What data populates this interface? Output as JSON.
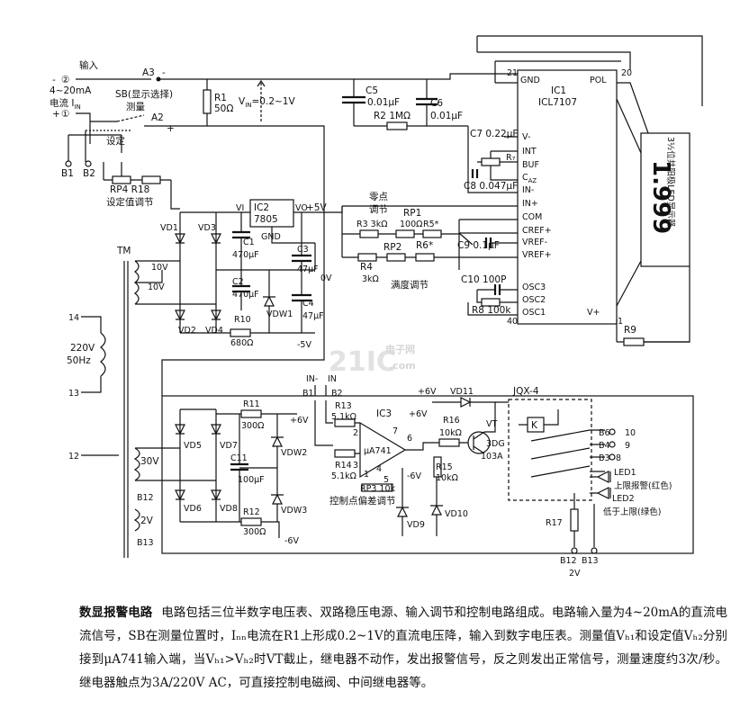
{
  "labels": {
    "input": "输入",
    "input_range": "4~20mA",
    "input_current": "电流 I",
    "input_current_sub": "IN",
    "term_2": "②",
    "term_1": "①",
    "minus": "-",
    "plus": "+",
    "a3": "A3",
    "a2": "A2",
    "sb": "SB(显示选择)",
    "measure": "测量",
    "setpoint": "设定",
    "r1": "R1",
    "r1_val": "50Ω",
    "vin": "V",
    "vin_sub": "IN",
    "vin_val": "=0.2~1V",
    "c5": "C5",
    "c5_val": "0.01μF",
    "c6": "C6",
    "c6_val": "0.01μF",
    "r2": "R2 1MΩ",
    "c7": "C7 0.22μF",
    "c8": "C8 0.047μF",
    "b1": "B1",
    "b2": "B2",
    "rp4_r18": "RP4  R18",
    "set_adj": "设定值调节",
    "ic2": "IC2",
    "ic2_part": "7805",
    "vi": "VI",
    "vo": "VO",
    "plus5v": "+5V",
    "gnd": "GND",
    "vd1": "VD1",
    "vd2": "VD2",
    "vd3": "VD3",
    "vd4": "VD4",
    "c1": "C1",
    "c1_val": "470μF",
    "c2": "C2",
    "c2_val": "470μF",
    "c3": "C3",
    "c3_val": "47μF",
    "c4": "C4",
    "c4_val": "47μF",
    "r10": "R10",
    "r10_val": "680Ω",
    "vdw1": "VDW1",
    "zero_v": "0V",
    "minus5v": "-5V",
    "tm": "TM",
    "ten_v_a": "10V",
    "ten_v_b": "10V",
    "ac_v": "220V",
    "ac_hz": "50Hz",
    "pin14": "14",
    "pin13": "13",
    "pin12": "12",
    "pin10": "10",
    "pin9": "9",
    "pin8": "8",
    "zero_adj_1": "零点",
    "zero_adj_2": "调节",
    "rp1": "RP1",
    "r3": "R3 3kΩ",
    "rp1_val": "100Ω",
    "r5": "R5*",
    "rp2": "RP2",
    "r6": "R6*",
    "r4": "R4",
    "r4_val": "3kΩ",
    "full_adj": "满度调节",
    "c9": "C9 0.1μF",
    "c10": "C10 100P",
    "r8": "R8 100k",
    "ic1": "IC1",
    "ic1_part": "ICL7107",
    "gnd_pin": "GND",
    "pol": "POL",
    "pin21": "21",
    "pin20": "20",
    "pin40": "40",
    "pin1": "1",
    "pin_vminus": "V-",
    "pin_int": "INT",
    "pin_buf": "BUF",
    "pin_caz": "C",
    "pin_caz_sub": "AZ",
    "pin_inm": "IN-",
    "pin_inp": "IN+",
    "pin_com": "COM",
    "pin_crefp": "CREF+",
    "pin_vrefm": "VREF-",
    "pin_vrefp": "VREF+",
    "pin_osc3": "OSC3",
    "pin_osc2": "OSC2",
    "pin_osc1": "OSC1",
    "pin_vplus": "V+",
    "r7": "R₇",
    "display_label": "3½位共阳极LED显示器",
    "display_value": "1.999",
    "r9": "R9",
    "watermark": "21IC",
    "watermark2": "电子网",
    "watermark3": ".com",
    "in_minus": "IN-",
    "in_plus": "IN",
    "b1b": "B1",
    "b2b": "B2",
    "vd5": "VD5",
    "vd6": "VD6",
    "vd7": "VD7",
    "vd8": "VD8",
    "r11": "R11",
    "r11_val": "300Ω",
    "r12": "R12",
    "r12_val": "300Ω",
    "c11": "C11",
    "c11_val": "100μF",
    "vdw2": "VDW2",
    "vdw3": "VDW3",
    "plus6v": "+6V",
    "minus6v": "-6V",
    "thirty_v": "30V",
    "two_v": "2V",
    "b12": "B12",
    "b13": "B13",
    "r13": "R13",
    "r13_val": "5.1kΩ",
    "r14": "R14",
    "r14_val": "5.1kΩ",
    "ic3": "IC3",
    "ua741": "μA741",
    "plus6v_b": "+6V",
    "minus6v_b": "-6V",
    "op_pin2": "2",
    "op_pin3": "3",
    "op_pin4": "4",
    "op_pin6": "6",
    "op_pin7": "7",
    "op_pin1": "1",
    "op_pin5": "5",
    "rp3": "RP3 10k",
    "ctrl_adj": "控制点偏差调节",
    "vd9": "VD9",
    "vd10": "VD10",
    "vd11": "VD11",
    "r16": "R16",
    "r16_val": "10kΩ",
    "r15": "R15",
    "r15_val": "10kΩ",
    "vt": "VT",
    "vt_part": "3DG",
    "vt_part2": "103A",
    "relay": "JQX-4",
    "relay_k": "K",
    "b6": "B6",
    "b4": "B4",
    "b3": "B3",
    "led1": "LED1",
    "led1_desc": "上限报警(红色)",
    "led2": "LED2",
    "led2_desc": "低于上限(绿色)",
    "r17": "R17",
    "b12b": "B12",
    "b13b": "B13",
    "two_v_b": "2V",
    "plus6v_c": "+6V"
  },
  "caption": {
    "title": "数显报警电路",
    "body": "电路包括三位半数字电压表、双路稳压电源、输入调节和控制电路组成。电路输入量为4~20mA的直流电流信号，SB在测量位置时，Iₙₙ电流在R1上形成0.2~1V的直流电压降，输入到数字电压表。测量值Vₕ₁和设定值Vₕ₂分别接到μA741输入端，当Vₕ₁>Vₕ₂时VT截止，继电器不动作，发出报警信号，反之则发出正常信号，测量速度约3次/秒。继电器触点为3A/220V AC，可直接控制电磁阀、中间继电器等。"
  }
}
